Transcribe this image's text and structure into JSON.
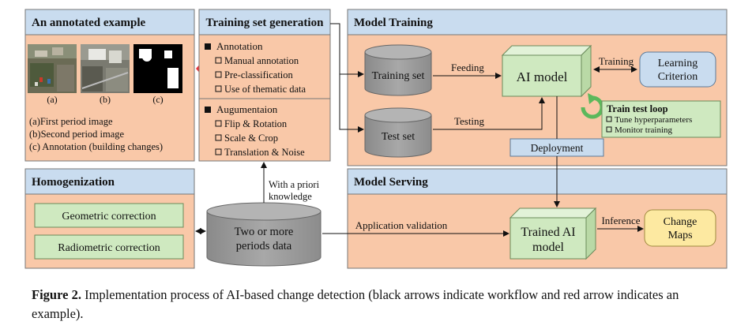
{
  "colors": {
    "panel_fill": "#f9c8a8",
    "panel_stroke": "#777777",
    "header_fill": "#c9dcef",
    "green_fill": "#cfe9c0",
    "green_stroke": "#6a8a5a",
    "blue_fill": "#c9dcef",
    "cyl_fill": "#9a9a9a",
    "yellow_fill": "#fde9a1",
    "red_arrow": "#e8333a",
    "loop_arrow": "#5cb85c"
  },
  "annotated_example": {
    "title": "An annotated example",
    "labels": [
      "(a)",
      "(b)",
      "(c)"
    ],
    "legend": [
      "(a)First period image",
      "(b)Second period image",
      "(c) Annotation (building changes)"
    ]
  },
  "training_set_generation": {
    "title": "Training set generation",
    "annotation_head": "Annotation",
    "annotation_items": [
      "Manual annotation",
      "Pre-classification",
      "Use of thematic data"
    ],
    "augment_head": "Augumentaion",
    "augment_items": [
      "Flip & Rotation",
      "Scale & Crop",
      "Translation & Noise"
    ]
  },
  "homogenization": {
    "title": "Homogenization",
    "items": [
      "Geometric correction",
      "Radiometric correction"
    ]
  },
  "model_training": {
    "title": "Model Training",
    "training_set": "Training set",
    "test_set": "Test set",
    "feeding": "Feeding",
    "testing": "Testing",
    "ai_model": "AI model",
    "training": "Training",
    "learning_criterion": [
      "Learning",
      "Criterion"
    ],
    "loop_title": "Train test loop",
    "loop_items": [
      "Tune hyperparameters",
      "Monitor training"
    ],
    "deployment": "Deployment"
  },
  "model_serving": {
    "title": "Model Serving",
    "trained_ai_model": [
      "Trained AI",
      "model"
    ],
    "inference": "Inference",
    "change_maps": [
      "Change",
      "Maps"
    ],
    "application_validation": "Application validation"
  },
  "data_store": {
    "label": [
      "Two or more",
      "periods data"
    ],
    "prior_knowledge": [
      "With a priori",
      "knowledge"
    ]
  },
  "caption": {
    "label": "Figure 2.",
    "text": "Implementation process of AI-based change detection (black arrows indicate workflow and red arrow indicates an example)."
  }
}
